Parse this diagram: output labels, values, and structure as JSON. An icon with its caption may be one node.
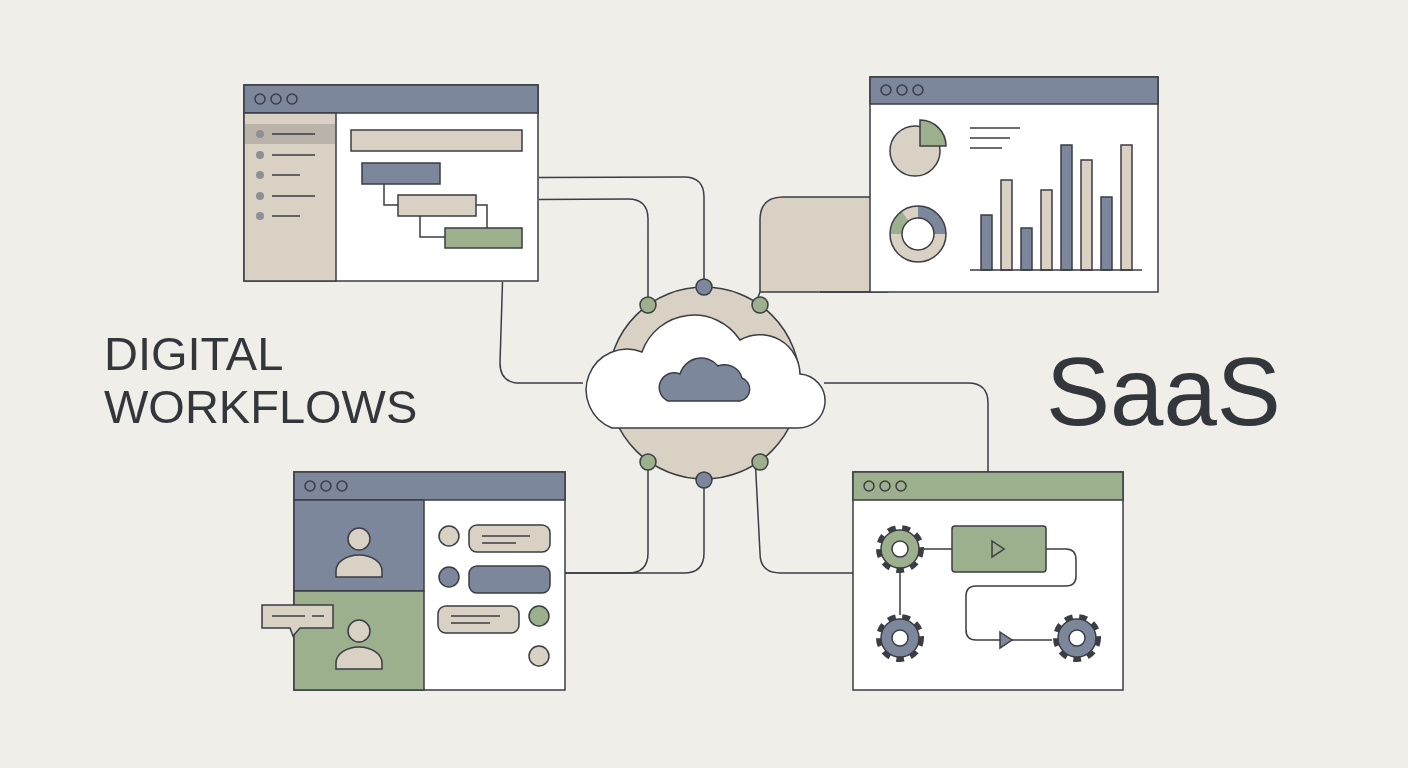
{
  "diagram": {
    "nodes": [
      {
        "text": [],
        "shape": "picture"
      },
      {
        "text": [],
        "shape": "picture"
      },
      {
        "text": [],
        "shape": "picture"
      },
      {
        "text": [],
        "shape": "picture"
      },
      {
        "text": [],
        "shape": "picture"
      }
    ],
    "edges": [
      {
        "from": 0,
        "to": 2,
        "arrow": "none"
      },
      {
        "from": 0,
        "to": 2,
        "arrow": "none"
      },
      {
        "from": 0,
        "to": 2,
        "arrow": "none"
      },
      {
        "from": 1,
        "to": 2,
        "arrow": "none"
      },
      {
        "from": 4,
        "to": 2,
        "arrow": "none"
      },
      {
        "from": 4,
        "to": 2,
        "arrow": "none"
      },
      {
        "from": 3,
        "to": 2,
        "arrow": "none"
      },
      {
        "from": 3,
        "to": 2,
        "arrow": "none"
      }
    ],
    "labels": [
      "DIGITAL WORKFLOWS",
      "SaaS"
    ]
  }
}
